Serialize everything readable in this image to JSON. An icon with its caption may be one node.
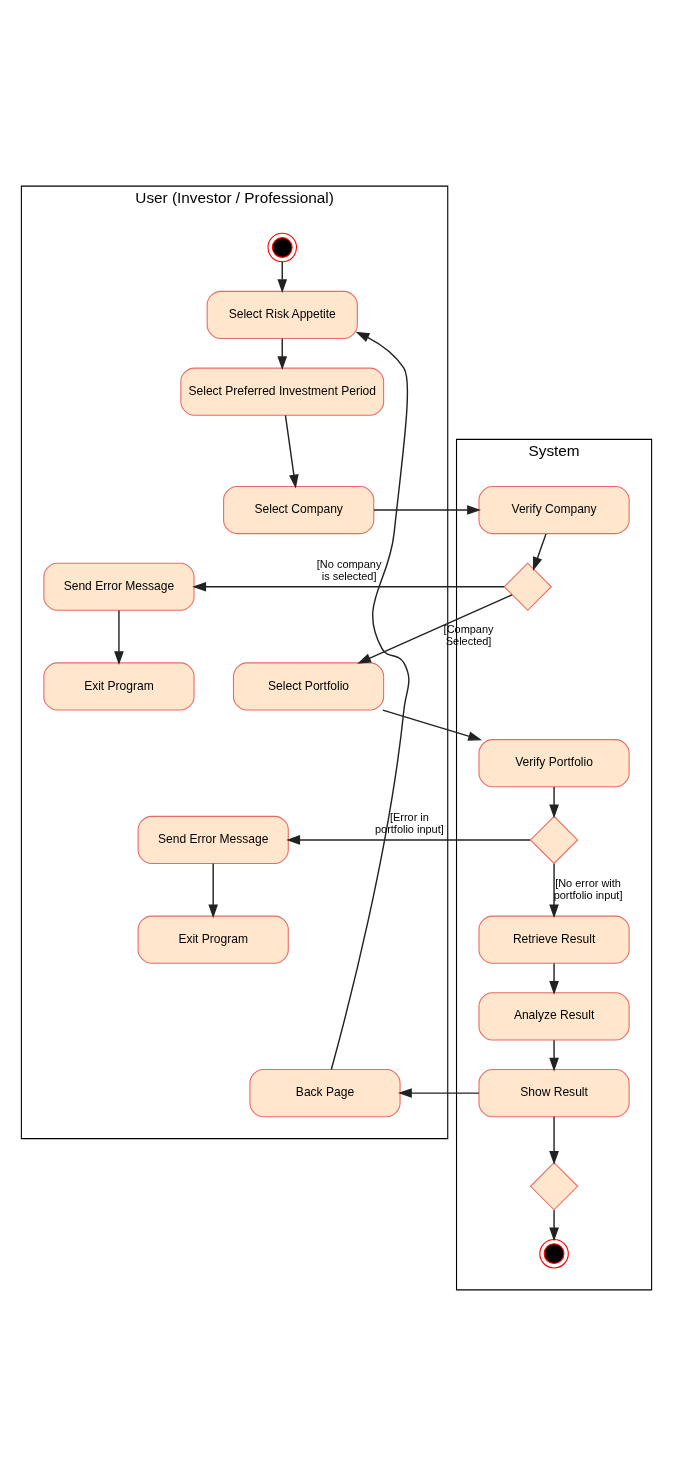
{
  "diagram": {
    "nodes": [
      {
        "text": [
          "User (Investor / Professional)"
        ]
      },
      {
        "text": [
          "System"
        ]
      },
      {
        "text": [],
        "shape": "circle",
        "in": 0
      },
      {
        "text": [
          "Select Risk Appetite"
        ],
        "in": 0
      },
      {
        "text": [
          "Select Preferred Investment Period"
        ],
        "in": 0
      },
      {
        "text": [
          "Select Company"
        ],
        "in": 0
      },
      {
        "text": [
          "Verify Company"
        ],
        "in": 1
      },
      {
        "text": [],
        "shape": "diamond",
        "in": 1
      },
      {
        "text": [
          "Send Error Message"
        ],
        "in": 0
      },
      {
        "text": [
          "Exit Program"
        ],
        "in": 0
      },
      {
        "text": [
          "Select Portfolio"
        ],
        "in": 0
      },
      {
        "text": [
          "Verify Portfolio"
        ],
        "in": 1
      },
      {
        "text": [],
        "shape": "diamond",
        "in": 1
      },
      {
        "text": [
          "Send Error Message"
        ],
        "in": 0
      },
      {
        "text": [
          "Exit Program"
        ],
        "in": 0
      },
      {
        "text": [
          "Retrieve Result"
        ],
        "in": 1
      },
      {
        "text": [
          "Analyze Result"
        ],
        "in": 1
      },
      {
        "text": [
          "Show Result"
        ],
        "in": 1
      },
      {
        "text": [
          "Back Page"
        ],
        "in": 0
      },
      {
        "text": [],
        "shape": "diamond",
        "in": 1
      },
      {
        "text": [],
        "shape": "circle",
        "in": 1
      }
    ],
    "edges": [
      {
        "from": 2,
        "to": 3,
        "arrow": "to"
      },
      {
        "from": 3,
        "to": 4,
        "arrow": "to"
      },
      {
        "from": 4,
        "to": 5,
        "arrow": "to"
      },
      {
        "from": 5,
        "to": 6,
        "arrow": "to"
      },
      {
        "from": 6,
        "to": 7,
        "arrow": "to"
      },
      {
        "from": 7,
        "to": 8,
        "arrow": "to",
        "label": "[No company is selected]"
      },
      {
        "from": 8,
        "to": 9,
        "arrow": "to"
      },
      {
        "from": 7,
        "to": 10,
        "arrow": "to",
        "label": "[Company Selected]"
      },
      {
        "from": 10,
        "to": 11,
        "arrow": "to"
      },
      {
        "from": 11,
        "to": 12,
        "arrow": "to"
      },
      {
        "from": 12,
        "to": 13,
        "arrow": "to",
        "label": "[Error in portfolio input]"
      },
      {
        "from": 13,
        "to": 14,
        "arrow": "to"
      },
      {
        "from": 12,
        "to": 15,
        "arrow": "to",
        "label": "[No error with portfolio input]"
      },
      {
        "from": 15,
        "to": 16,
        "arrow": "to"
      },
      {
        "from": 16,
        "to": 17,
        "arrow": "to"
      },
      {
        "from": 17,
        "to": 18,
        "arrow": "to"
      },
      {
        "from": 18,
        "to": 3,
        "arrow": "to"
      },
      {
        "from": 17,
        "to": 19,
        "arrow": "to"
      },
      {
        "from": 19,
        "to": 20,
        "arrow": "to"
      }
    ]
  }
}
